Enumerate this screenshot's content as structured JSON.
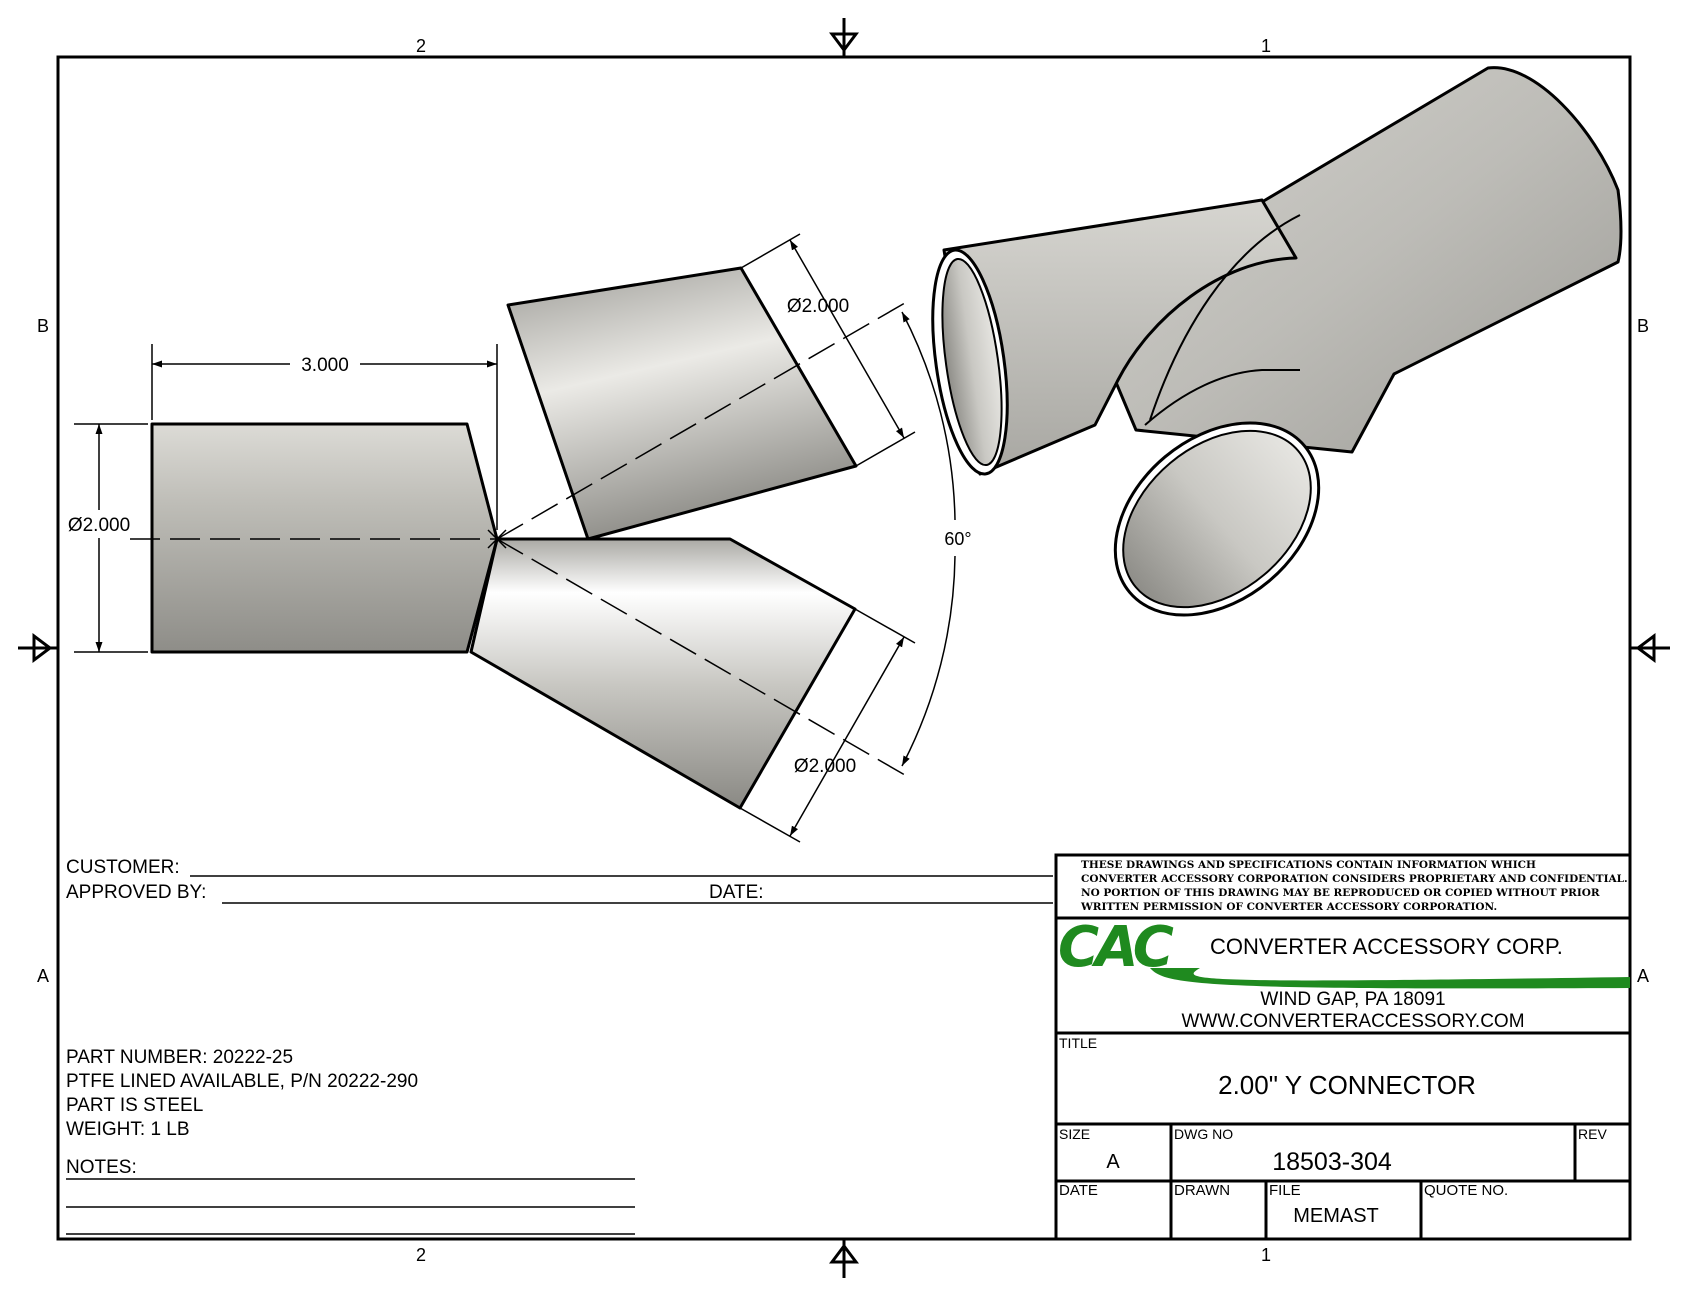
{
  "zones": {
    "top_left": "2",
    "top_right": "1",
    "bottom_left": "2",
    "bottom_right": "1",
    "left_upper": "B",
    "left_lower": "A",
    "right_upper": "B",
    "right_lower": "A"
  },
  "dimensions": {
    "length": "3.000",
    "inlet_diameter": "Ø2.000",
    "upper_branch_diameter": "Ø2.000",
    "lower_branch_diameter": "Ø2.000",
    "branch_angle": "60°"
  },
  "form": {
    "customer_label": "CUSTOMER:",
    "approved_by_label": "APPROVED BY:",
    "date_label": "DATE:"
  },
  "part_info": {
    "part_number": "PART NUMBER: 20222-25",
    "ptfe_note": "PTFE LINED AVAILABLE, P/N 20222-290",
    "material": "PART IS STEEL",
    "weight": "WEIGHT:  1 LB",
    "notes_label": "NOTES:"
  },
  "title_block": {
    "legal_lines": [
      "THESE DRAWINGS AND SPECIFICATIONS CONTAIN INFORMATION WHICH",
      "CONVERTER ACCESSORY CORPORATION CONSIDERS PROPRIETARY AND CONFIDENTIAL.",
      "NO PORTION OF THIS DRAWING MAY BE REPRODUCED OR COPIED WITHOUT PRIOR",
      "WRITTEN PERMISSION OF CONVERTER ACCESSORY CORPORATION."
    ],
    "logo_text": "CAC",
    "logo_color": "#1f8a1f",
    "company_name": "CONVERTER ACCESSORY CORP.",
    "address": "WIND GAP, PA 18091",
    "website": "WWW.CONVERTERACCESSORY.COM",
    "title_label": "TITLE",
    "title": "2.00\" Y CONNECTOR",
    "size_label": "SIZE",
    "size_value": "A",
    "dwg_no_label": "DWG NO",
    "dwg_no_value": "18503-304",
    "rev_label": "REV",
    "date_label": "DATE",
    "drawn_label": "DRAWN",
    "file_label": "FILE",
    "file_value": "MEMAST",
    "quote_label": "QUOTE NO."
  }
}
